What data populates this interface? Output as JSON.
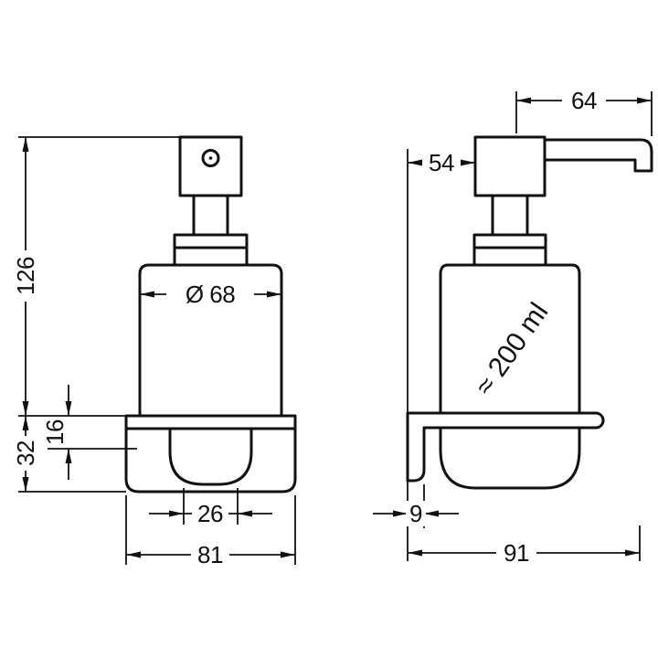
{
  "page": {
    "background": "#ffffff",
    "line_color": "#111111",
    "subject": "wall-mounted soap dispenser dimensional drawing"
  },
  "front_view": {
    "dim_height_overall": "126",
    "dim_holder_height": "32",
    "dim_rim_to_shelf": "16",
    "dim_body_diameter": "Ø 68",
    "dim_base_width": "26",
    "dim_width_overall": "81"
  },
  "side_view": {
    "dim_spout_reach": "64",
    "dim_wall_to_pump": "54",
    "label_capacity": "≈ 200 ml",
    "dim_plate_thickness": "9",
    "dim_depth_overall": "91"
  }
}
